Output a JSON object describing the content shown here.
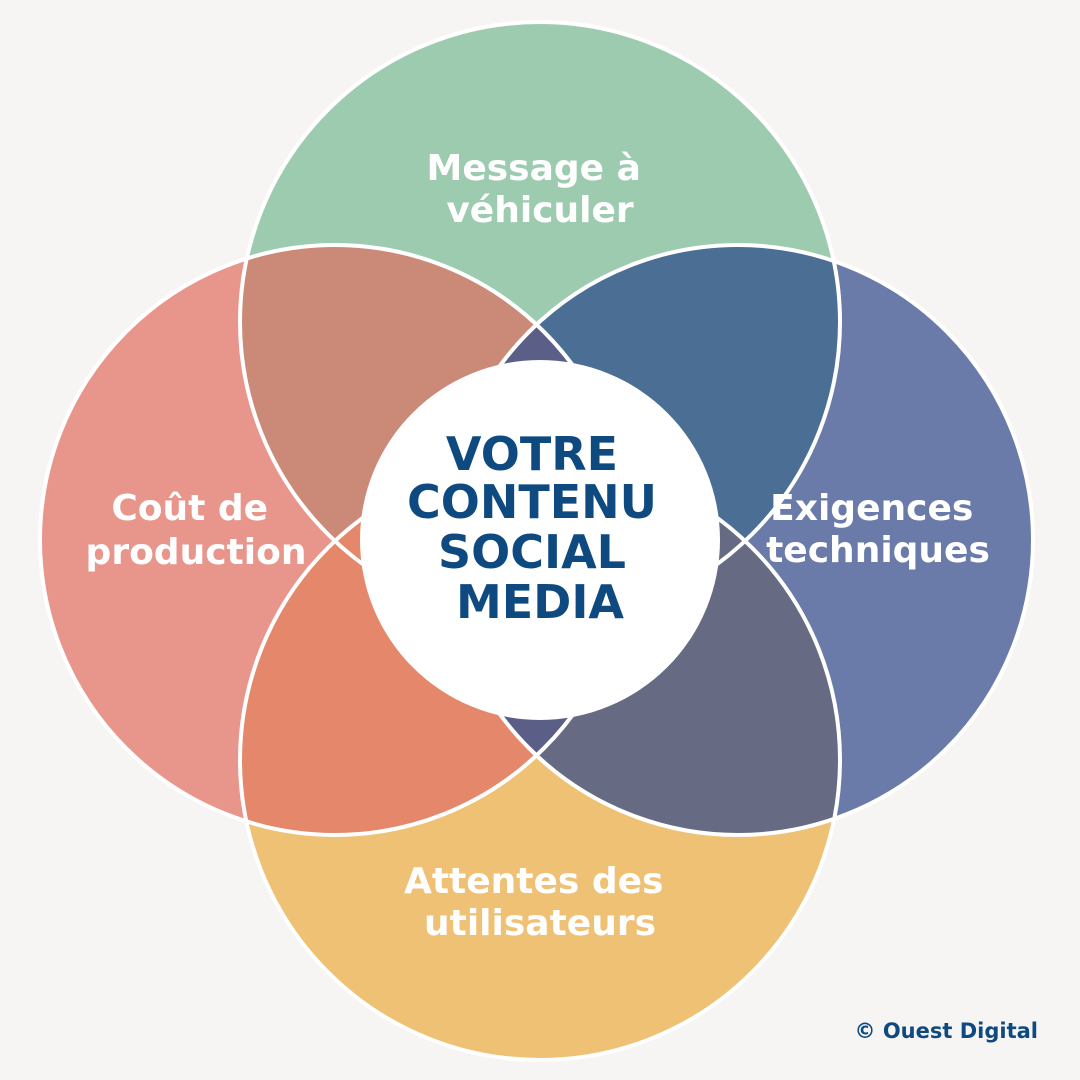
{
  "colors": {
    "background": "#f6f5f3",
    "top": "#9dcbb0",
    "left": "#e8968c",
    "right": "#6b7ba9",
    "bottom": "#efc175",
    "overlap_top_left": "#cb8a78",
    "overlap_top_right": "#4a6e94",
    "overlap_bottom_left": "#e5876a",
    "overlap_bottom_right": "#666a82",
    "inner_diamond": "#5b5f87",
    "center_circle": "#ffffff",
    "center_text": "#0e4a80",
    "outline": "#ffffff"
  },
  "diagram": {
    "top": {
      "line1": "Message à",
      "line2": "véhiculer"
    },
    "left": {
      "line1": "Coût de",
      "line2": "production"
    },
    "right": {
      "line1": "Exigences",
      "line2": "techniques"
    },
    "bottom": {
      "line1": "Attentes des",
      "line2": "utilisateurs"
    },
    "center": {
      "lines": [
        "VOTRE",
        "CONTENU",
        "SOCIAL",
        "MEDIA"
      ]
    }
  },
  "credit": "© Ouest Digital"
}
